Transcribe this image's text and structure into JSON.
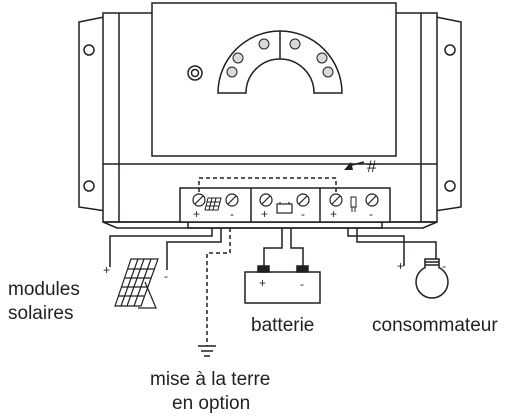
{
  "labels": {
    "modules_line1": "modules",
    "modules_line2": "solaires",
    "batterie": "batterie",
    "consommateur": "consommateur",
    "terre_line1": "mise à la terre",
    "terre_line2": "en option",
    "hash": "#"
  },
  "terminal_signs": {
    "plus": "+",
    "minus": "-"
  },
  "colors": {
    "line": "#231f20",
    "body_fill": "#ffffff",
    "led_fill": "#d9d9d9"
  }
}
